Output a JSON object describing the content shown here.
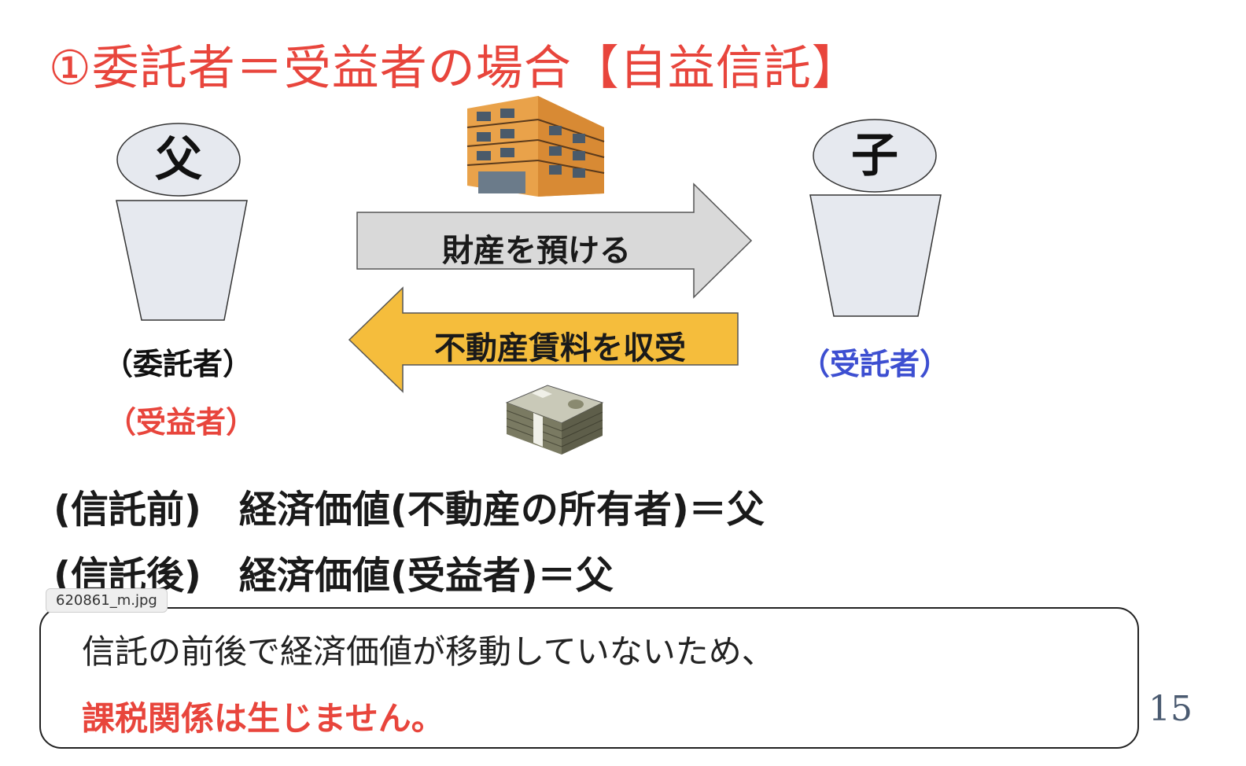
{
  "title": "①委託者＝受益者の場合【自益信託】",
  "father": {
    "label": "父",
    "role1": "（委託者）",
    "role2": "（受益者）",
    "role2_color": "#e8453c"
  },
  "child": {
    "label": "子",
    "role": "（受託者）",
    "role_color": "#3d4fd1"
  },
  "arrows": {
    "right_label": "財産を預ける",
    "right_color": "#d9d9d9",
    "left_label": "不動産賃料を収受",
    "left_color": "#f5bd3c"
  },
  "statements": {
    "before": "(信託前)　経済価値(不動産の所有者)＝父",
    "after": "(信託後)　経済価値(受益者)＝父"
  },
  "conclusion": {
    "line1": "信託の前後で経済価値が移動していないため、",
    "line2": "課税関係は生じません。"
  },
  "file_name": "620861_m.jpg",
  "page_number": "15",
  "icons": {
    "building": "apartment-building-icon",
    "money": "banknote-bundle-icon"
  }
}
